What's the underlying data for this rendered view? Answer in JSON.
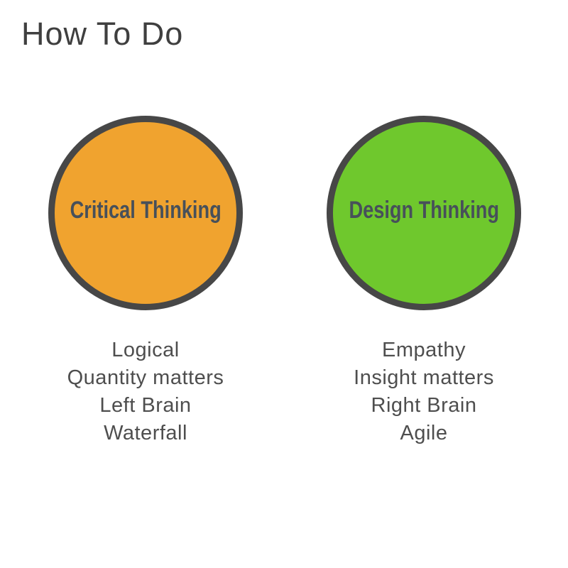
{
  "title": "How To Do",
  "colors": {
    "critical_circle_fill": "#f0a32f",
    "design_circle_fill": "#6fc82d",
    "circle_border": "#474747",
    "circle_label_text": "#47505a",
    "body_text": "#4e4e4e",
    "background": "#ffffff"
  },
  "columns": [
    {
      "id": "critical-thinking",
      "circle_label": "Critical Thinking",
      "items": [
        "Logical",
        "Quantity matters",
        "Left Brain",
        "Waterfall"
      ]
    },
    {
      "id": "design-thinking",
      "circle_label": "Design Thinking",
      "items": [
        "Empathy",
        "Insight matters",
        "Right Brain",
        "Agile"
      ]
    }
  ]
}
